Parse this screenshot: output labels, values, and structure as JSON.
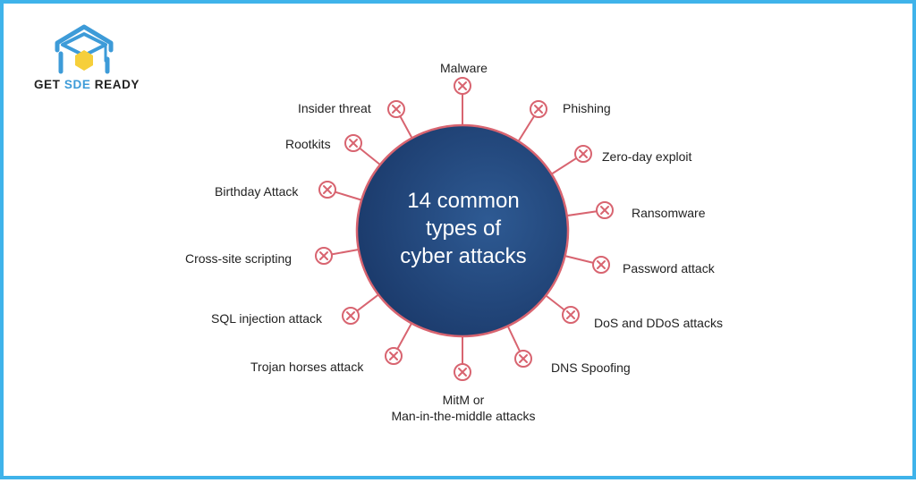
{
  "brand": {
    "logo_text_1": "GET ",
    "logo_text_2": "SDE",
    "logo_text_3": " READY",
    "logo_icon": "graduation-cap-house-icon"
  },
  "hub": {
    "title": "14 common\ntypes of\ncyber attacks"
  },
  "attacks": [
    "Malware",
    "Phishing",
    "Zero-day exploit",
    "Ransomware",
    "Password attack",
    "DoS and DDoS attacks",
    "DNS Spoofing",
    "MitM or\nMan-in-the-middle attacks",
    "Trojan horses attack",
    "SQL injection attack",
    "Cross-site scripting",
    "Birthday Attack",
    "Rootkits",
    "Insider threat"
  ],
  "icons": {
    "node": "cross-circle-icon"
  },
  "colors": {
    "frame": "#3fb3ea",
    "hub_dark": "#1b3a6b",
    "hub_light": "#2e5a93",
    "accent": "#d86470",
    "logo_blue": "#3d9bd8",
    "logo_yellow": "#f6cf3a"
  }
}
